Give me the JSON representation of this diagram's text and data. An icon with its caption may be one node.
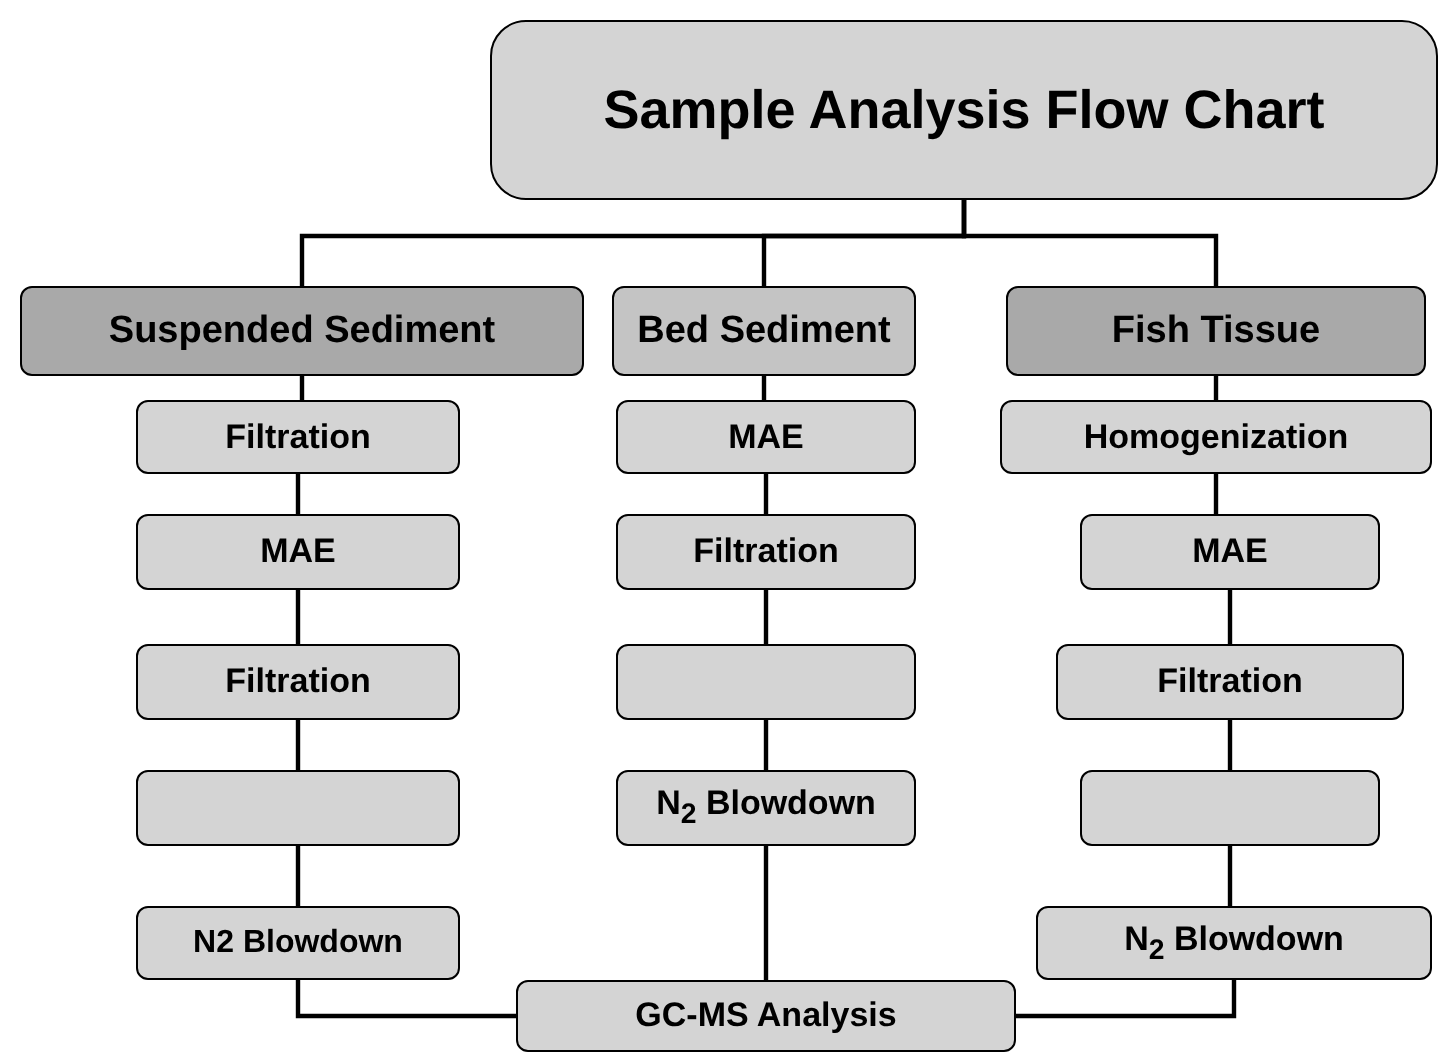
{
  "diagram": {
    "nodes": [
      {
        "text": [
          "Sample Analysis Flow Chart"
        ]
      },
      {
        "text": [
          "Suspended Sediment"
        ]
      },
      {
        "text": [
          "Bed Sediment"
        ]
      },
      {
        "text": [
          "Fish Tissue"
        ]
      },
      {
        "text": [
          "Filtration"
        ]
      },
      {
        "text": [
          "MAE"
        ]
      },
      {
        "text": [
          "Filtration"
        ]
      },
      {
        "text": [],
        "shape": "box"
      },
      {
        "text": [
          "N2 Blowdown"
        ]
      },
      {
        "text": [
          "MAE"
        ]
      },
      {
        "text": [
          "Filtration"
        ]
      },
      {
        "text": [],
        "shape": "box"
      },
      {
        "text": [
          "N$_{2}$ Blowdown"
        ]
      },
      {
        "text": [
          "Homogenization"
        ]
      },
      {
        "text": [
          "MAE"
        ]
      },
      {
        "text": [
          "Filtration"
        ]
      },
      {
        "text": [],
        "shape": "box"
      },
      {
        "text": [
          "N$_{2}$ Blowdown"
        ]
      },
      {
        "text": [
          "GC-MS Analysis"
        ]
      }
    ],
    "edges": [
      {
        "from": 0,
        "to": 1,
        "arrow": "none"
      },
      {
        "from": 0,
        "to": 2,
        "arrow": "none"
      },
      {
        "from": 0,
        "to": 3,
        "arrow": "none"
      },
      {
        "from": 1,
        "to": 4,
        "arrow": "none"
      },
      {
        "from": 4,
        "to": 5,
        "arrow": "none"
      },
      {
        "from": 5,
        "to": 6,
        "arrow": "none"
      },
      {
        "from": 6,
        "to": 7,
        "arrow": "none"
      },
      {
        "from": 7,
        "to": 8,
        "arrow": "none"
      },
      {
        "from": 2,
        "to": 9,
        "arrow": "none"
      },
      {
        "from": 9,
        "to": 10,
        "arrow": "none"
      },
      {
        "from": 10,
        "to": 11,
        "arrow": "none"
      },
      {
        "from": 11,
        "to": 12,
        "arrow": "none"
      },
      {
        "from": 3,
        "to": 13,
        "arrow": "none"
      },
      {
        "from": 13,
        "to": 14,
        "arrow": "none"
      },
      {
        "from": 14,
        "to": 15,
        "arrow": "none"
      },
      {
        "from": 15,
        "to": 16,
        "arrow": "none"
      },
      {
        "from": 16,
        "to": 17,
        "arrow": "none"
      },
      {
        "from": 8,
        "to": 18,
        "arrow": "none"
      },
      {
        "from": 12,
        "to": 18,
        "arrow": "none"
      },
      {
        "from": 17,
        "to": 18,
        "arrow": "none"
      }
    ]
  }
}
